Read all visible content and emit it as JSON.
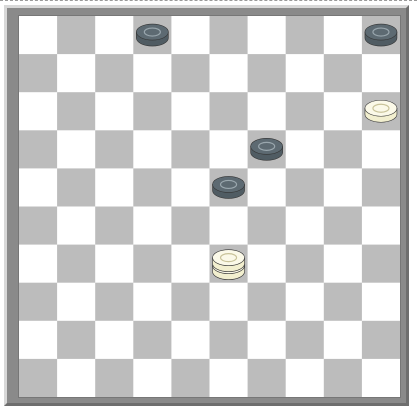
{
  "game": "checkers",
  "board": {
    "size": 10,
    "light_square_color": "#ffffff",
    "dark_square_color": "#bcbcbc",
    "frame_color": "#8a8a8a"
  },
  "colors": {
    "dark_piece": "#505c63",
    "dark_piece_top": "#5d6a72",
    "dark_piece_ring": "#9aa7ae",
    "light_piece": "#f2efcf",
    "light_piece_top": "#fbf9e8",
    "light_piece_ring": "#c9c39a"
  },
  "pieces": [
    {
      "color": "dark",
      "kind": "man",
      "row": 0,
      "col": 3
    },
    {
      "color": "dark",
      "kind": "man",
      "row": 0,
      "col": 9
    },
    {
      "color": "light",
      "kind": "man",
      "row": 2,
      "col": 9
    },
    {
      "color": "dark",
      "kind": "man",
      "row": 3,
      "col": 6
    },
    {
      "color": "dark",
      "kind": "man",
      "row": 4,
      "col": 5
    },
    {
      "color": "light",
      "kind": "king",
      "row": 6,
      "col": 5
    }
  ]
}
